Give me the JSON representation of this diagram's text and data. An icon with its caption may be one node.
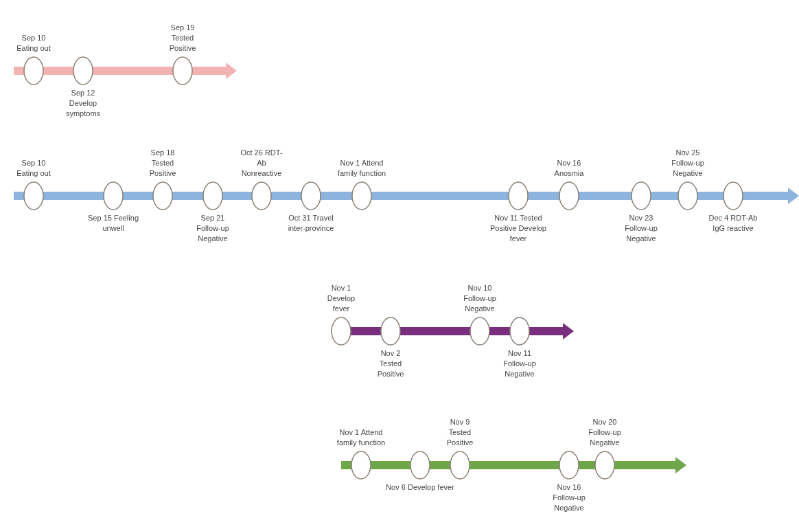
{
  "diagram": {
    "nodes": [
      {
        "text": [],
        "shape": "circle",
        "beside": [
          "Sep 10 Eating out"
        ]
      },
      {
        "text": [],
        "shape": "circle",
        "beside": [
          "Sep 12 Develop symptoms"
        ]
      },
      {
        "text": [],
        "shape": "circle",
        "beside": [
          "Sep 19 Tested Positive"
        ]
      },
      {
        "text": [],
        "shape": "circle",
        "beside": [
          "Sep 10 Eating out"
        ]
      },
      {
        "text": [],
        "shape": "circle",
        "beside": [
          "Sep 15 Feeling unwell"
        ]
      },
      {
        "text": [],
        "shape": "circle",
        "beside": [
          "Sep 18 Tested Positive"
        ]
      },
      {
        "text": [],
        "shape": "circle",
        "beside": [
          "Sep 21 Follow-up Negative"
        ]
      },
      {
        "text": [],
        "shape": "circle",
        "beside": [
          "Oct 26 RDT-Ab Nonreactive"
        ]
      },
      {
        "text": [],
        "shape": "circle",
        "beside": [
          "Oct 31 Travel inter-province"
        ]
      },
      {
        "text": [],
        "shape": "circle",
        "beside": [
          "Nov 1 Attend family function"
        ]
      },
      {
        "text": [],
        "shape": "circle",
        "beside": [
          "Nov 11 Tested Positive Develop fever"
        ]
      },
      {
        "text": [],
        "shape": "circle",
        "beside": [
          "Nov 16 Anosmia"
        ]
      },
      {
        "text": [],
        "shape": "circle",
        "beside": [
          "Nov 23 Follow-up Negative"
        ]
      },
      {
        "text": [],
        "shape": "circle",
        "beside": [
          "Nov 25 Follow-up Negative"
        ]
      },
      {
        "text": [],
        "shape": "circle",
        "beside": [
          "Dec 4 RDT-Ab IgG reactive"
        ]
      },
      {
        "text": [],
        "shape": "circle",
        "beside": [
          "Nov 1 Develop fever"
        ]
      },
      {
        "text": [],
        "shape": "circle",
        "beside": [
          "Nov 2 Tested Positive"
        ]
      },
      {
        "text": [],
        "shape": "circle",
        "beside": [
          "Nov 10 Follow-up Negative"
        ]
      },
      {
        "text": [],
        "shape": "circle",
        "beside": [
          "Nov 11 Follow-up Negative"
        ]
      },
      {
        "text": [],
        "shape": "circle",
        "beside": [
          "Nov 1 Attend family function"
        ]
      },
      {
        "text": [],
        "shape": "circle",
        "beside": [
          "Nov 6 Develop fever"
        ]
      },
      {
        "text": [],
        "shape": "circle",
        "beside": [
          "Nov 9 Tested Positive"
        ]
      },
      {
        "text": [],
        "shape": "circle",
        "beside": [
          "Nov 16 Follow-up Negative"
        ]
      },
      {
        "text": [],
        "shape": "circle",
        "beside": [
          "Nov 20 Follow-up Negative"
        ]
      }
    ],
    "edges": [
      {
        "from": 0,
        "to": 1,
        "arrow": "none",
        "color": "#f2b3b3"
      },
      {
        "from": 1,
        "to": 2,
        "arrow": "none",
        "color": "#f2b3b3"
      },
      {
        "from": 2,
        "to": null,
        "arrow": "to",
        "color": "#f2b3b3"
      },
      {
        "from": 3,
        "to": 4,
        "arrow": "none"
      },
      {
        "from": 4,
        "to": 5,
        "arrow": "none"
      },
      {
        "from": 5,
        "to": 6,
        "arrow": "none"
      },
      {
        "from": 6,
        "to": 7,
        "arrow": "none"
      },
      {
        "from": 7,
        "to": 8,
        "arrow": "none"
      },
      {
        "from": 8,
        "to": 9,
        "arrow": "none"
      },
      {
        "from": 9,
        "to": 10,
        "arrow": "none"
      },
      {
        "from": 10,
        "to": 11,
        "arrow": "none"
      },
      {
        "from": 11,
        "to": 12,
        "arrow": "none"
      },
      {
        "from": 12,
        "to": 13,
        "arrow": "none"
      },
      {
        "from": 13,
        "to": 14,
        "arrow": "none"
      },
      {
        "from": 14,
        "to": null,
        "arrow": "to"
      },
      {
        "from": 15,
        "to": 16,
        "arrow": "none",
        "color": "#7a2f7e"
      },
      {
        "from": 16,
        "to": 17,
        "arrow": "none",
        "color": "#7a2f7e"
      },
      {
        "from": 17,
        "to": 18,
        "arrow": "none",
        "color": "#7a2f7e"
      },
      {
        "from": 18,
        "to": null,
        "arrow": "to",
        "color": "#7a2f7e"
      },
      {
        "from": 19,
        "to": 20,
        "arrow": "none",
        "color": "#6ea64a"
      },
      {
        "from": 20,
        "to": 21,
        "arrow": "none",
        "color": "#6ea64a"
      },
      {
        "from": 21,
        "to": 22,
        "arrow": "none",
        "color": "#6ea64a"
      },
      {
        "from": 22,
        "to": 23,
        "arrow": "none",
        "color": "#6ea64a"
      },
      {
        "from": 23,
        "to": null,
        "arrow": "to",
        "color": "#6ea64a"
      }
    ]
  }
}
